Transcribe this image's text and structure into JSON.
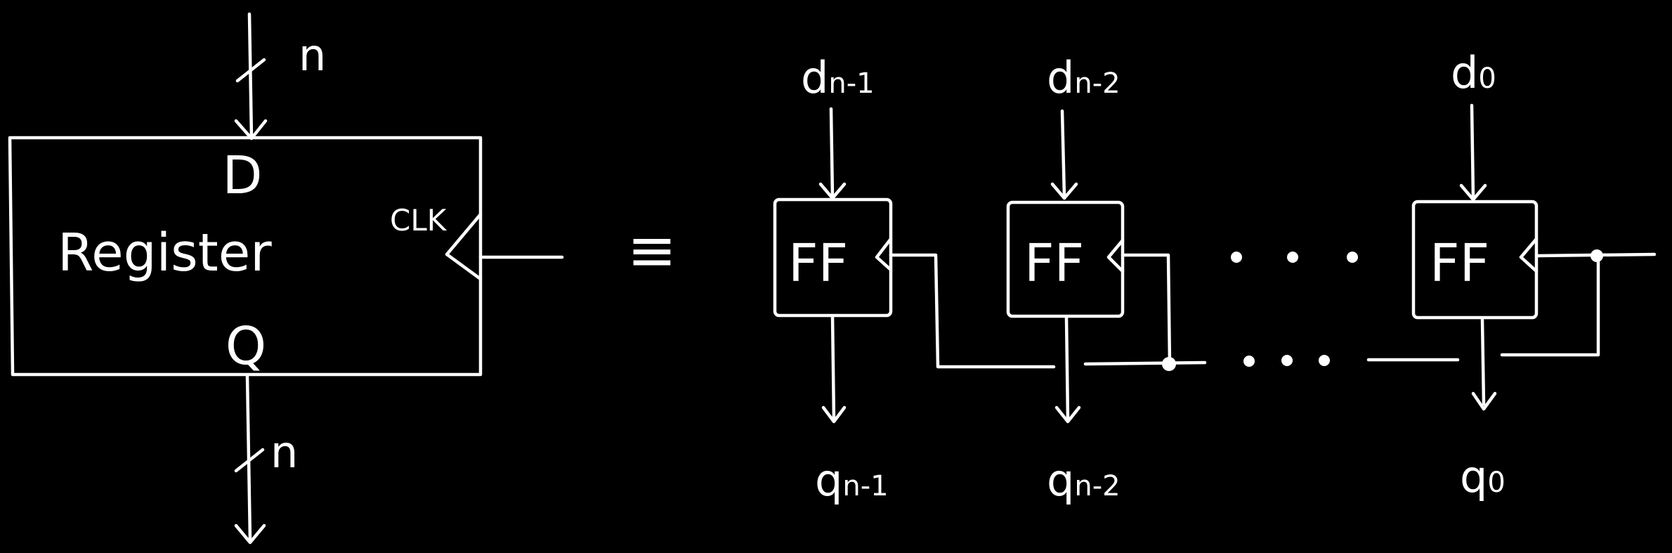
{
  "register": {
    "title": "Register",
    "input_port": "D",
    "output_port": "Q",
    "clock_port": "CLK",
    "input_width": "n",
    "output_width": "n"
  },
  "equivalence": "≡",
  "flip_flops": [
    {
      "label": "FF",
      "input": "d",
      "input_sub": "n-1",
      "output": "q",
      "output_sub": "n-1"
    },
    {
      "label": "FF",
      "input": "d",
      "input_sub": "n-2",
      "output": "q",
      "output_sub": "n-2"
    },
    {
      "label": "FF",
      "input": "d",
      "input_sub": "0",
      "output": "q",
      "output_sub": "0"
    }
  ],
  "ellipsis": "• • •",
  "colors": {
    "background": "#000000",
    "stroke": "#ffffff"
  }
}
